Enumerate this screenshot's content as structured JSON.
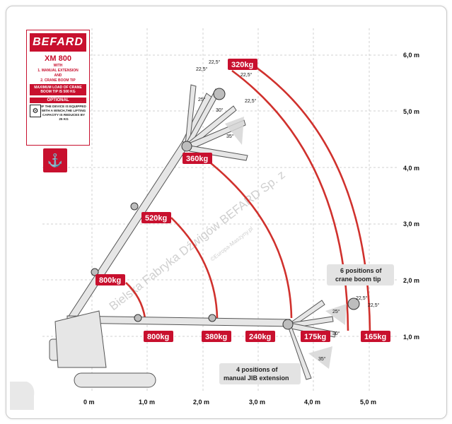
{
  "infobox": {
    "brand": "BEFARD",
    "model": "XM 800",
    "with_lines": [
      "WITH",
      "1. MANUAL EXTENSION",
      "AND",
      "2. CRANE BOOM TIP"
    ],
    "max_load": "MAXIMUM LOAD OF CRANE BOOM TIP IS 500 KG",
    "optional_title": "OPTIONAL",
    "optional_text": "IF THE DEVICE IS EQUIPPED WITH A WINCH,THE LIFTING CAPACITY IS REDUCES BY 25 KG"
  },
  "axis": {
    "x_ticks": [
      "0 m",
      "1,0 m",
      "2,0 m",
      "3,0 m",
      "4,0 m",
      "5,0 m"
    ],
    "y_ticks": [
      "1,0 m",
      "2,0 m",
      "3,0 m",
      "4,0 m",
      "5,0 m",
      "6,0 m"
    ]
  },
  "load_labels": [
    "320kg",
    "360kg",
    "520kg",
    "800kg",
    "800kg",
    "380kg",
    "240kg",
    "175kg",
    "165kg"
  ],
  "angle_labels": {
    "top": [
      "22,5°",
      "22,5°",
      "22,5°",
      "22,5°",
      "25°",
      "30°",
      "35°"
    ],
    "bottom": [
      "22,5°",
      "22,5°",
      "25°",
      "30°",
      "35°"
    ]
  },
  "callouts": {
    "tip": [
      "6 positions of",
      "crane boom tip"
    ],
    "jib": [
      "4 positions of",
      "manual JIB extension"
    ]
  },
  "watermark": {
    "main": "Bielska Fabryka Dźwigów BEFARD Sp. z",
    "small": "©Europa-Maszyny.pl"
  },
  "colors": {
    "brand_red": "#c8102e",
    "arc_red": "#d0312d",
    "grid": "#cfcfcf"
  }
}
